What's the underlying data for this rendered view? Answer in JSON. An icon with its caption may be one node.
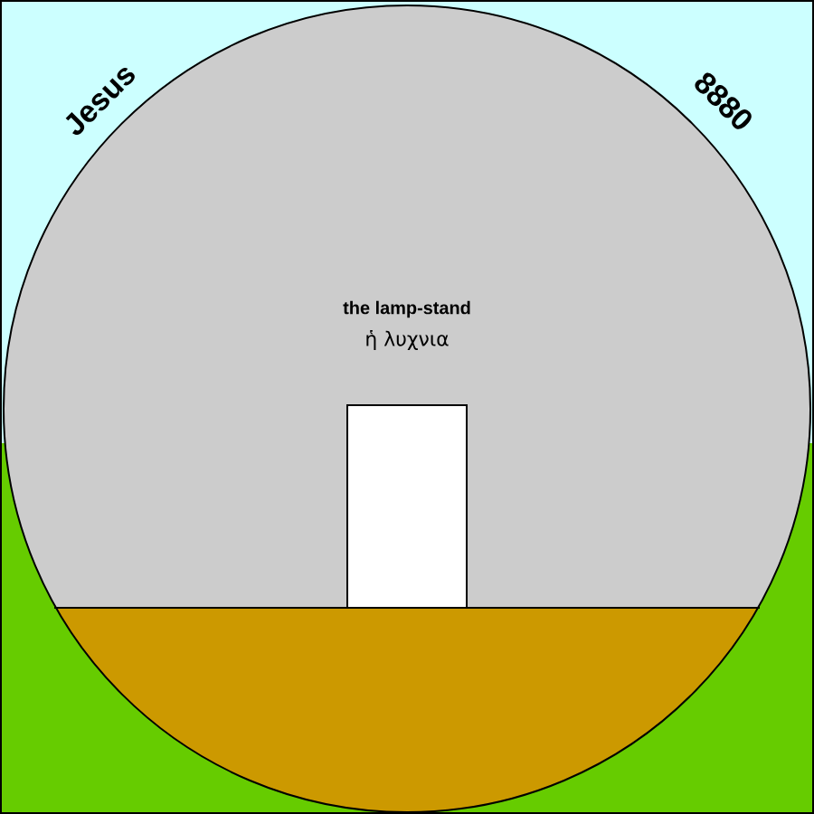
{
  "diagram": {
    "labels": [
      "Jesus",
      "8880",
      "the lamp-stand",
      "ἡ λυχνια"
    ]
  }
}
